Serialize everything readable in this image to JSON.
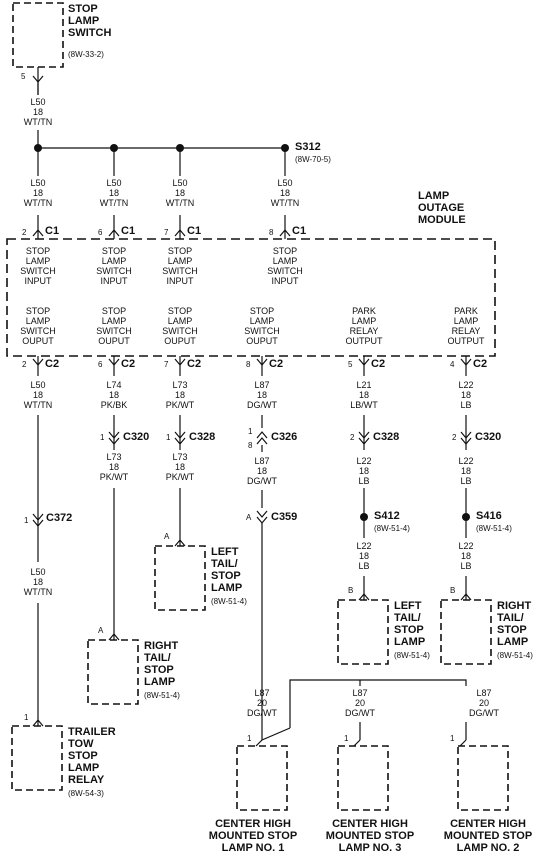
{
  "switch": {
    "title": "STOP\nLAMP\nSWITCH",
    "ref": "(8W-33-2)",
    "pin": "5"
  },
  "top_wire": "L50\n18\nWT/TN",
  "splice_top": {
    "label": "S312",
    "ref": "(8W-70-5)"
  },
  "input_wires": [
    "L50\n18\nWT/TN",
    "L50\n18\nWT/TN",
    "L50\n18\nWT/TN",
    "L50\n18\nWT/TN"
  ],
  "c1": {
    "pins": [
      "2",
      "6",
      "7",
      "8"
    ],
    "label": "C1"
  },
  "module": {
    "title": "LAMP\nOUTAGE\nMODULE",
    "inputs": [
      "STOP\nLAMP\nSWITCH\nINPUT",
      "STOP\nLAMP\nSWITCH\nINPUT",
      "STOP\nLAMP\nSWITCH\nINPUT",
      "STOP\nLAMP\nSWITCH\nINPUT"
    ],
    "outputs": [
      "STOP\nLAMP\nSWITCH\nOUPUT",
      "STOP\nLAMP\nSWITCH\nOUPUT",
      "STOP\nLAMP\nSWITCH\nOUPUT",
      "STOP\nLAMP\nSWITCH\nOUPUT",
      "PARK\nLAMP\nRELAY\nOUTPUT",
      "PARK\nLAMP\nRELAY\nOUTPUT"
    ]
  },
  "c2": {
    "pins": [
      "2",
      "6",
      "7",
      "8",
      "5",
      "4"
    ],
    "label": "C2"
  },
  "col1": {
    "wire": "L50\n18\nWT/TN",
    "conn_pin": "1",
    "conn": "C372",
    "wire2": "L50\n18\nWT/TN",
    "dest_pin": "1",
    "dest": "TRAILER\nTOW\nSTOP\nLAMP\nRELAY",
    "ref": "(8W-54-3)"
  },
  "col2": {
    "wire": "L74\n18\nPK/BK",
    "conn_pin": "1",
    "conn": "C320",
    "wire2": "L73\n18\nPK/WT",
    "dest_pin": "A",
    "dest": "RIGHT\nTAIL/\nSTOP\nLAMP",
    "ref": "(8W-51-4)"
  },
  "col3": {
    "wire": "L73\n18\nPK/WT",
    "conn_pin": "1",
    "conn": "C328",
    "wire2": "L73\n18\nPK/WT",
    "dest_pin": "A",
    "dest": "LEFT\nTAIL/\nSTOP\nLAMP",
    "ref": "(8W-51-4)"
  },
  "col4": {
    "wire": "L87\n18\nDG/WT",
    "conn_pin_top": "1",
    "conn_pin_bot": "8",
    "conn": "C326",
    "wire2": "L87\n18\nDG/WT",
    "conn2_pin": "A",
    "conn2": "C359"
  },
  "col5": {
    "wire": "L21\n18\nLB/WT",
    "conn_pin": "2",
    "conn": "C328",
    "wire2": "L22\n18\nLB",
    "splice": "S412",
    "splice_ref": "(8W-51-4)",
    "wire3": "L22\n18\nLB",
    "dest_pin": "B",
    "dest": "LEFT\nTAIL/\nSTOP\nLAMP",
    "ref": "(8W-51-4)"
  },
  "col6": {
    "wire": "L22\n18\nLB",
    "conn_pin": "2",
    "conn": "C320",
    "wire2": "L22\n18\nLB",
    "splice": "S416",
    "splice_ref": "(8W-51-4)",
    "wire3": "L22\n18\nLB",
    "dest_pin": "B",
    "dest": "RIGHT\nTAIL/\nSTOP\nLAMP",
    "ref": "(8W-51-4)"
  },
  "chmsl": {
    "wires": [
      "L87\n20\nDG/WT",
      "L87\n20\nDG/WT",
      "L87\n20\nDG/WT"
    ],
    "pins": [
      "1",
      "1",
      "1"
    ],
    "labels": [
      "CENTER HIGH\nMOUNTED STOP\nLAMP NO. 1",
      "CENTER HIGH\nMOUNTED STOP\nLAMP NO. 3",
      "CENTER HIGH\nMOUNTED STOP\nLAMP NO. 2"
    ]
  }
}
